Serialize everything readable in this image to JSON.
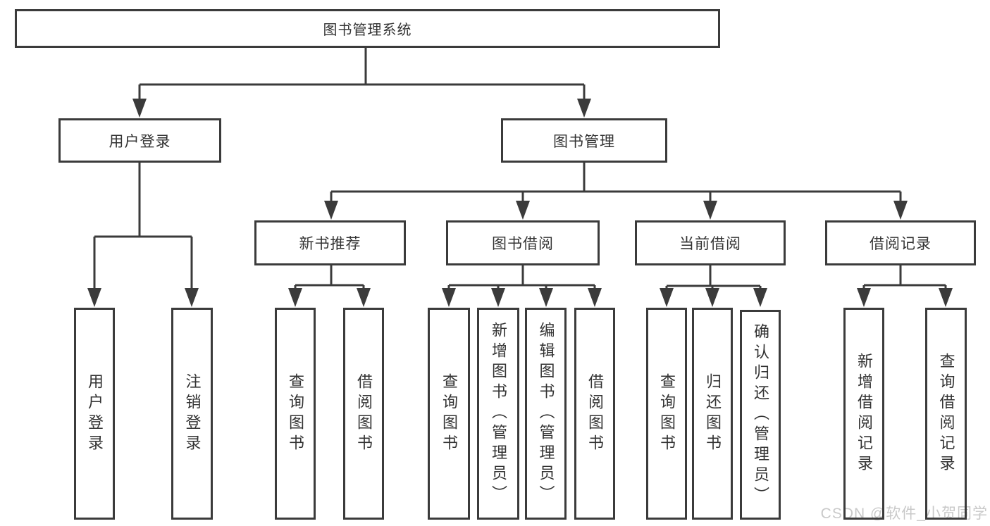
{
  "diagram": {
    "title": "图书管理系统",
    "type": "hierarchy-diagram",
    "colors": {
      "line": "#3b3b3b",
      "box_border": "#3b3b3b",
      "box_fill": "#ffffff",
      "text": "#333333",
      "watermark_text": "#c9c9c9",
      "background": "#ffffff"
    },
    "tree": {
      "label": "图书管理系统",
      "children": [
        {
          "label": "用户登录",
          "children": [
            {
              "label": "用户登录"
            },
            {
              "label": "注销登录"
            }
          ]
        },
        {
          "label": "图书管理",
          "children": [
            {
              "label": "新书推荐",
              "children": [
                {
                  "label": "查询图书"
                },
                {
                  "label": "借阅图书"
                }
              ]
            },
            {
              "label": "图书借阅",
              "children": [
                {
                  "label": "查询图书"
                },
                {
                  "label": "新增图书（管理员）"
                },
                {
                  "label": "编辑图书（管理员）"
                },
                {
                  "label": "借阅图书"
                }
              ]
            },
            {
              "label": "当前借阅",
              "children": [
                {
                  "label": "查询图书"
                },
                {
                  "label": "归还图书"
                },
                {
                  "label": "确认归还（管理员）"
                }
              ]
            },
            {
              "label": "借阅记录",
              "children": [
                {
                  "label": "新增借阅记录"
                },
                {
                  "label": "查询借阅记录"
                }
              ]
            }
          ]
        }
      ]
    }
  },
  "watermark": {
    "text": "CSDN @软件_小贺同学"
  }
}
